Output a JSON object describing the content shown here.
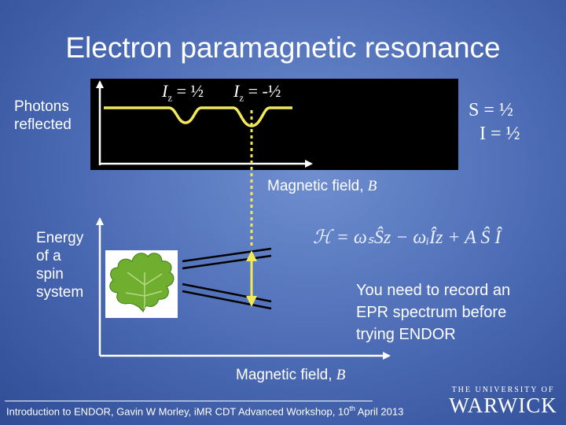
{
  "title": "Electron paramagnetic resonance",
  "epr": {
    "ylabel_line1": "Photons",
    "ylabel_line2": "reflected",
    "peak1_label_main": "I",
    "peak1_label_sub": "z",
    "peak1_label_val": " = ½",
    "peak2_label_main": "I",
    "peak2_label_sub": "z",
    "peak2_label_val": " = -½",
    "xlabel_text": "Magnetic field, ",
    "xlabel_var": "B"
  },
  "spins": {
    "S": "S = ½",
    "I": "I = ½"
  },
  "energy": {
    "ylabel_lines": [
      "Energy",
      "of a",
      "spin",
      "system"
    ],
    "xlabel_text": "Magnetic field, ",
    "xlabel_var": "B"
  },
  "hamiltonian": "ℋ = ωₛŜz − ωᵢÎz + A Ŝ Î",
  "note_lines": [
    "You need to record an",
    "EPR spectrum before",
    "trying ENDOR"
  ],
  "footer": {
    "pre": "Introduction to ENDOR, Gavin W Morley, iMR CDT Advanced Workshop, 10",
    "sup": "th",
    "post": " April 2013"
  },
  "logo": {
    "line1": "THE UNIVERSITY OF",
    "line2": "WARWICK"
  },
  "colors": {
    "accent_yellow": "#f2e85a",
    "panel_black": "#000000",
    "leaf_green": "#6fae2e"
  }
}
